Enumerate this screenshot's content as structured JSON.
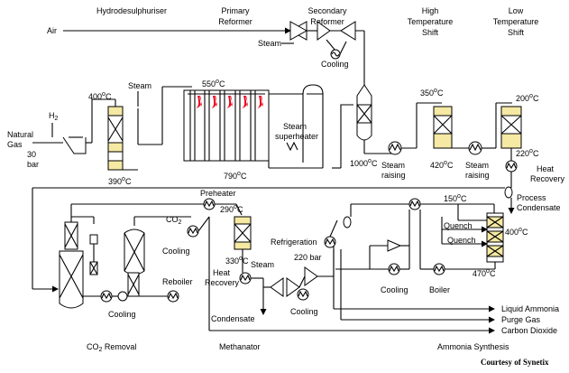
{
  "sections": {
    "hydrodesulphuriser": "Hydrodesulphuriser",
    "primary_reformer": [
      "Primary",
      "Reformer"
    ],
    "secondary_reformer": [
      "Secondary",
      "Reformer"
    ],
    "high_temp_shift": [
      "High",
      "Temperature",
      "Shift"
    ],
    "low_temp_shift": [
      "Low",
      "Temperature",
      "Shift"
    ],
    "co2_removal_main": "CO",
    "co2_removal_sub": "2",
    "co2_removal_rest": " Removal",
    "methanator": "Methanator",
    "ammonia_synthesis": "Ammonia Synthesis"
  },
  "labels": {
    "air": "Air",
    "steam_top": "Steam",
    "cooling_top": "Cooling",
    "steam_hds": "Steam",
    "h2_main": "H",
    "h2_sub": "2",
    "natural_gas": [
      "Natural",
      "Gas"
    ],
    "pressure_30": [
      "30",
      "bar"
    ],
    "steam_superheater": [
      "Steam",
      "superheater"
    ],
    "steam_raising_1": [
      "Steam",
      "raising"
    ],
    "steam_raising_2": [
      "Steam",
      "raising"
    ],
    "heat_recovery_right": [
      "Heat",
      "Recovery"
    ],
    "process_condensate": [
      "Process",
      "Condensate"
    ],
    "preheater": "Preheater",
    "co2_main": "CO",
    "co2_sub": "2",
    "cooling_co2": "Cooling",
    "reboiler": "Reboiler",
    "cooling_bottom": "Cooling",
    "steam_mid": "Steam",
    "heat_recovery_mid": [
      "Heat",
      "Recovery"
    ],
    "condensate": "Condensate",
    "cooling_mid": "Cooling",
    "refrigeration": "Refrigeration",
    "pressure_220": "220 bar",
    "quench_1": "Quench",
    "quench_2": "Quench",
    "cooling_synth": "Cooling",
    "boiler": "Boiler",
    "liquid_ammonia": "Liquid Ammonia",
    "purge_gas": "Purge Gas",
    "carbon_dioxide": "Carbon Dioxide",
    "credit": "Courtesy of Synetix"
  },
  "temperatures": {
    "t400_hds": "400",
    "t390": "390",
    "t550": "550",
    "t790": "790",
    "t1000": "1000",
    "t350": "350",
    "t420": "420",
    "t200": "200",
    "t220": "220",
    "t290": "290",
    "t330": "330",
    "t150": "150",
    "t400_synth": "400",
    "t470": "470",
    "unit": "C",
    "deg": "o"
  }
}
